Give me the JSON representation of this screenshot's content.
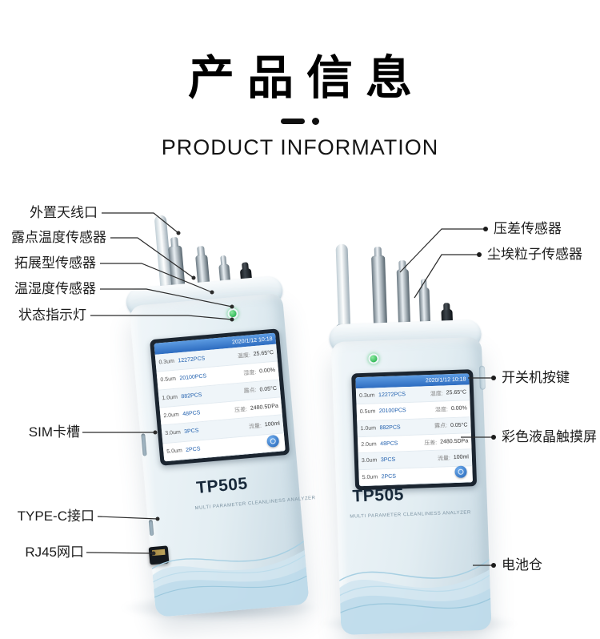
{
  "page": {
    "title_cn": "产品信息",
    "title_en": "PRODUCT INFORMATION"
  },
  "callouts": {
    "left": [
      {
        "label": "外置天线口"
      },
      {
        "label": "露点温度传感器"
      },
      {
        "label": "拓展型传感器"
      },
      {
        "label": "温湿度传感器"
      },
      {
        "label": "状态指示灯"
      },
      {
        "label": "SIM卡槽"
      },
      {
        "label": "TYPE-C接口"
      },
      {
        "label": "RJ45网口"
      }
    ],
    "right": [
      {
        "label": "压差传感器"
      },
      {
        "label": "尘埃粒子传感器"
      },
      {
        "label": "开关机按键"
      },
      {
        "label": "彩色液晶触摸屏"
      },
      {
        "label": "电池仓"
      }
    ]
  },
  "device": {
    "model": "TP505",
    "subtitle": "MULTI PARAMETER CLEANLINESS ANALYZER",
    "screen": {
      "time": "2020/1/12 10:18",
      "rows": [
        {
          "size": "0.3um",
          "count": "12272PCS",
          "param": "温度:",
          "value": "25.65°C"
        },
        {
          "size": "0.5um",
          "count": "20100PCS",
          "param": "湿度:",
          "value": "0.00%"
        },
        {
          "size": "1.0um",
          "count": "882PCS",
          "param": "露点:",
          "value": "0.05°C"
        },
        {
          "size": "2.0um",
          "count": "48PCS",
          "param": "压差:",
          "value": "2480.5DPa"
        },
        {
          "size": "3.0um",
          "count": "3PCS",
          "param": "流量:",
          "value": "100ml"
        },
        {
          "size": "5.0um",
          "count": "2PCS",
          "param": "",
          "value": ""
        }
      ]
    }
  },
  "colors": {
    "accent_blue": "#2d6cc0",
    "led_green": "#12a53e",
    "body_light": "#e2edf2",
    "text_dark": "#1c1c1c"
  }
}
